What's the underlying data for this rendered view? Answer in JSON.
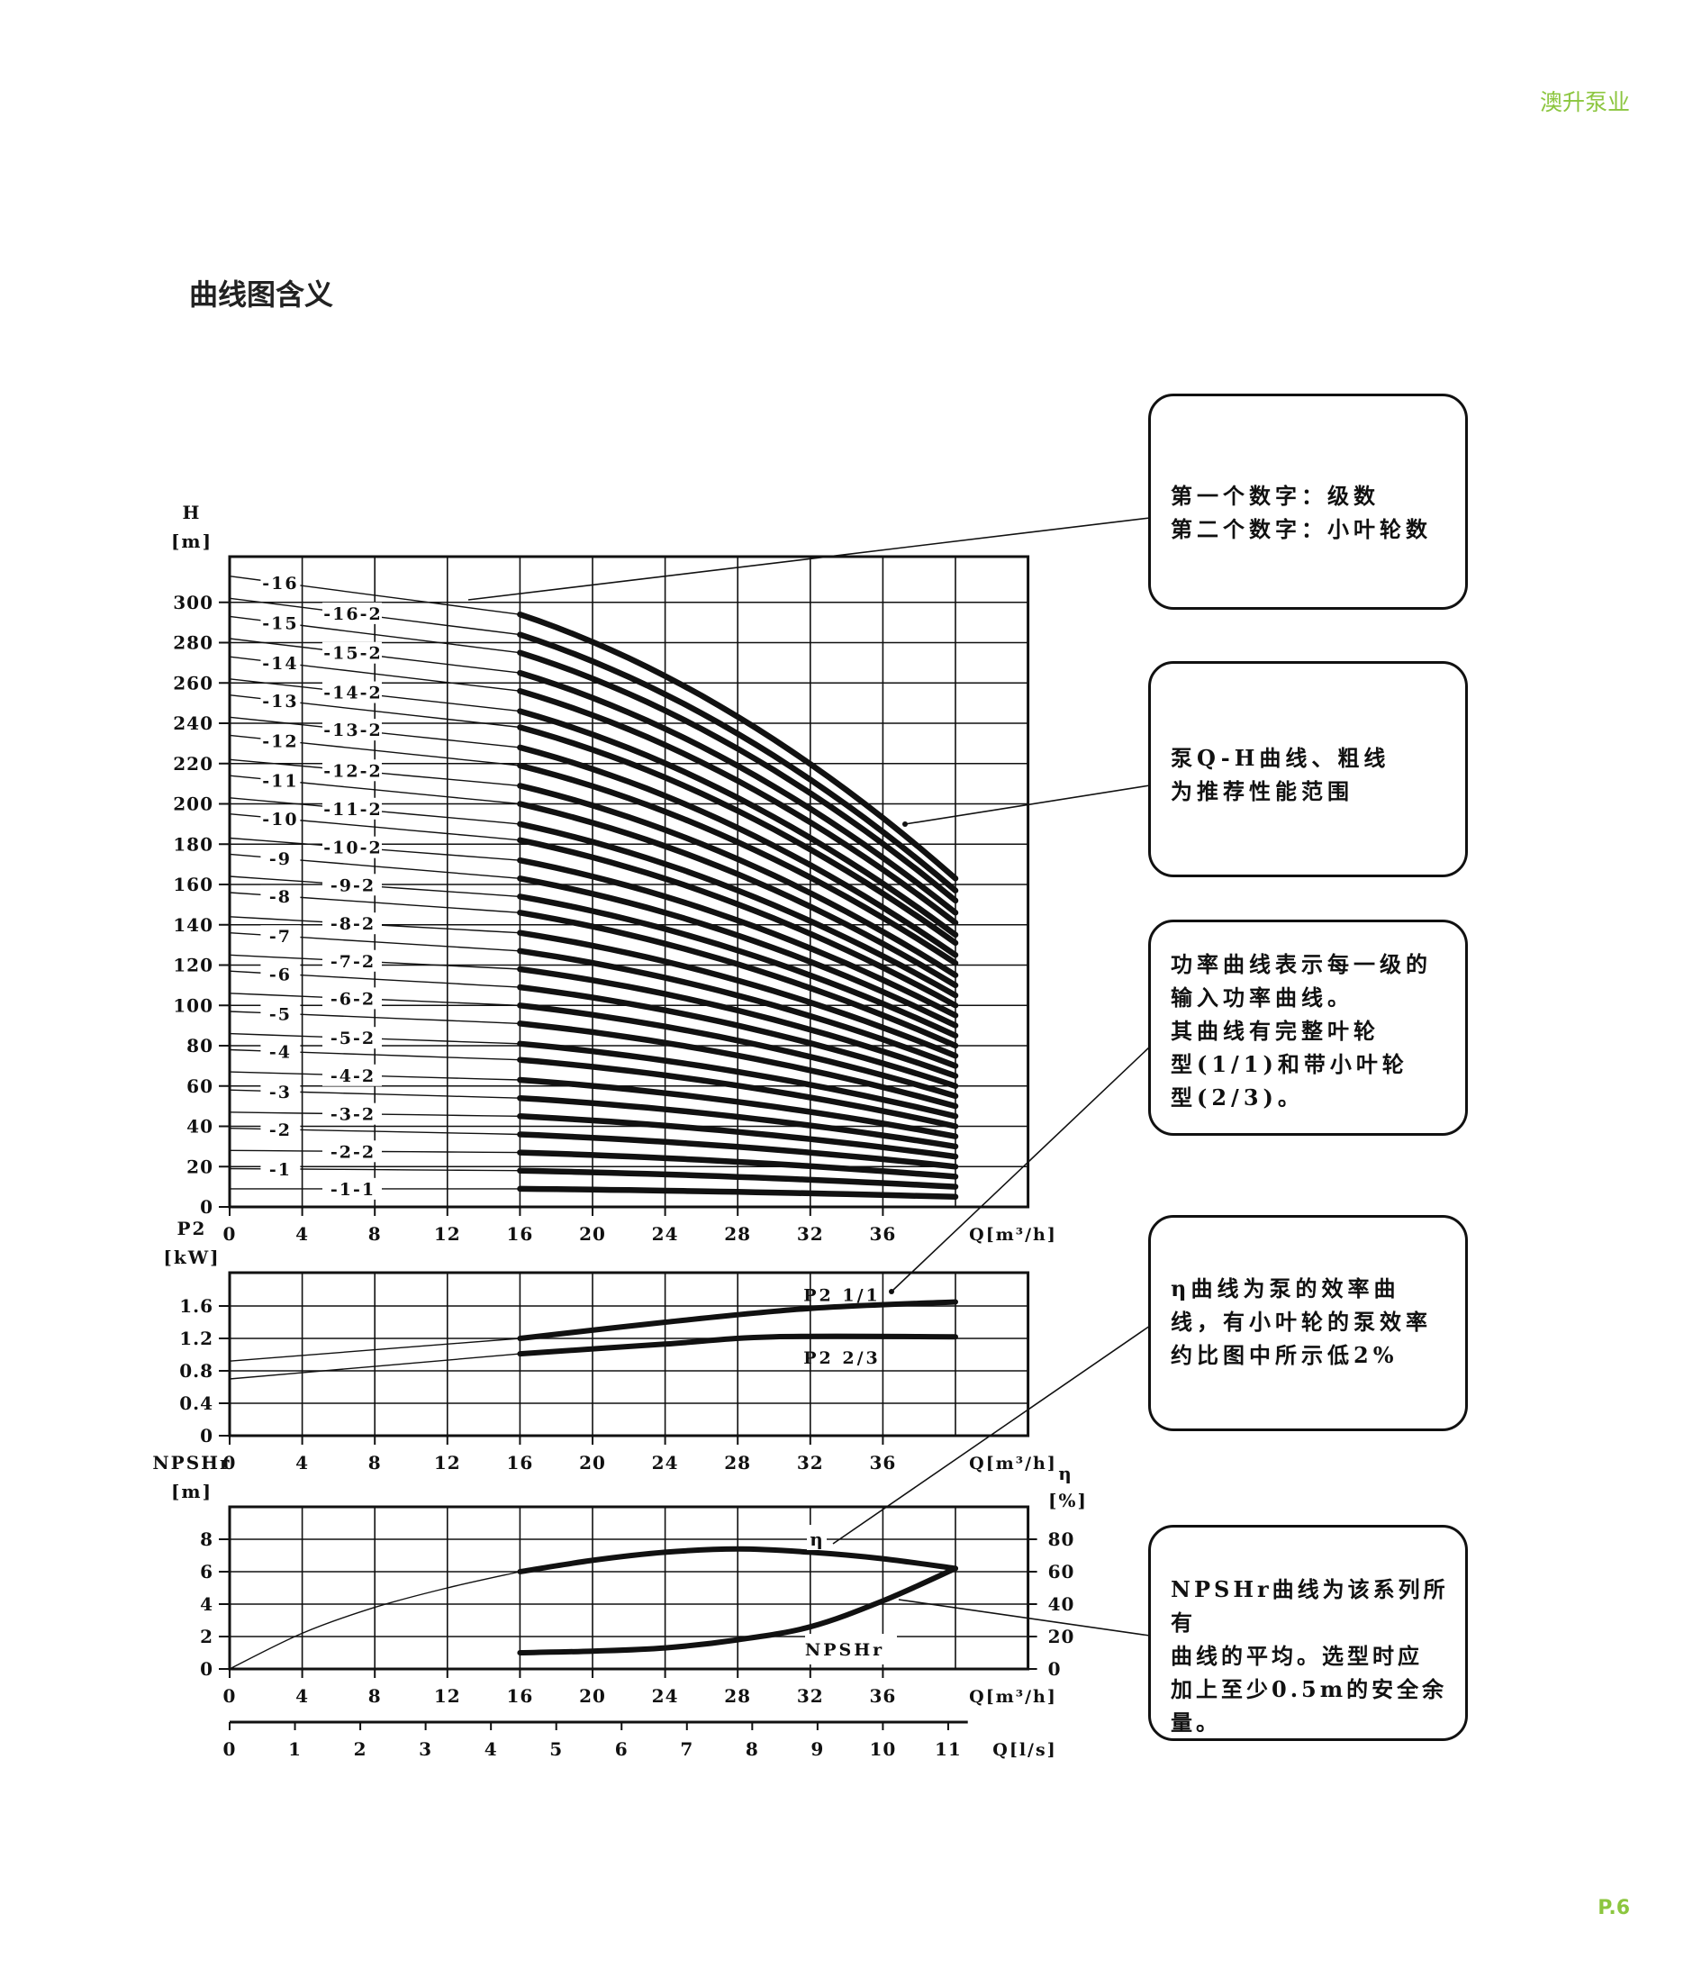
{
  "brand": "澳升泵业",
  "page_number": "P.6",
  "title": "曲线图含义",
  "callouts": [
    {
      "id": "stage-numbers",
      "text": "第一个数字：级数\n第二个数字：小叶轮数"
    },
    {
      "id": "qh-curve",
      "text": "泵Q-H曲线、粗线\n为推荐性能范围"
    },
    {
      "id": "power-curve",
      "text": "功率曲线表示每一级的\n输入功率曲线。\n其曲线有完整叶轮\n型(1/1)和带小叶轮\n型(2/3)。"
    },
    {
      "id": "efficiency-curve",
      "text": "η曲线为泵的效率曲\n线，有小叶轮的泵效率\n约比图中所示低2%"
    },
    {
      "id": "npshr-curve",
      "text": "NPSHr曲线为该系列所有\n曲线的平均。选型时应\n加上至少0.5m的安全余\n量。"
    }
  ],
  "chart_data": [
    {
      "id": "qh",
      "type": "line",
      "ylabel_line1": "H",
      "ylabel_line2": "[m]",
      "xlabel": "Q[m³/h]",
      "x_ticks": [
        0,
        4,
        8,
        12,
        16,
        20,
        24,
        28,
        32,
        36
      ],
      "y_ticks": [
        0,
        20,
        40,
        60,
        80,
        100,
        120,
        140,
        160,
        180,
        200,
        220,
        240,
        260,
        280,
        300
      ],
      "xlim": [
        0,
        44
      ],
      "ylim": [
        0,
        320
      ],
      "grid": true,
      "recommended_range_q": [
        16,
        40
      ],
      "series": [
        {
          "name": "16",
          "h0": 313,
          "h16": 294,
          "h40": 163
        },
        {
          "name": "16-2",
          "h0": 302,
          "h16": 284,
          "h40": 157
        },
        {
          "name": "15",
          "h0": 293,
          "h16": 275,
          "h40": 152
        },
        {
          "name": "15-2",
          "h0": 282,
          "h16": 265,
          "h40": 146
        },
        {
          "name": "14",
          "h0": 273,
          "h16": 256,
          "h40": 141
        },
        {
          "name": "14-2",
          "h0": 262,
          "h16": 246,
          "h40": 135
        },
        {
          "name": "13",
          "h0": 254,
          "h16": 238,
          "h40": 131
        },
        {
          "name": "13-2",
          "h0": 243,
          "h16": 228,
          "h40": 125
        },
        {
          "name": "12",
          "h0": 234,
          "h16": 219,
          "h40": 121
        },
        {
          "name": "12-2",
          "h0": 222,
          "h16": 209,
          "h40": 115
        },
        {
          "name": "11",
          "h0": 214,
          "h16": 200,
          "h40": 110
        },
        {
          "name": "11-2",
          "h0": 203,
          "h16": 190,
          "h40": 105
        },
        {
          "name": "10",
          "h0": 195,
          "h16": 182,
          "h40": 100
        },
        {
          "name": "10-2",
          "h0": 183,
          "h16": 172,
          "h40": 95
        },
        {
          "name": "9",
          "h0": 175,
          "h16": 163,
          "h40": 90
        },
        {
          "name": "9-2",
          "h0": 164,
          "h16": 154,
          "h40": 85
        },
        {
          "name": "8",
          "h0": 156,
          "h16": 146,
          "h40": 80
        },
        {
          "name": "8-2",
          "h0": 144,
          "h16": 136,
          "h40": 75
        },
        {
          "name": "7",
          "h0": 136,
          "h16": 127,
          "h40": 70
        },
        {
          "name": "7-2",
          "h0": 125,
          "h16": 118,
          "h40": 65
        },
        {
          "name": "6",
          "h0": 117,
          "h16": 109,
          "h40": 60
        },
        {
          "name": "6-2",
          "h0": 106,
          "h16": 100,
          "h40": 55
        },
        {
          "name": "5",
          "h0": 97,
          "h16": 91,
          "h40": 50
        },
        {
          "name": "5-2",
          "h0": 86,
          "h16": 81,
          "h40": 45
        },
        {
          "name": "4",
          "h0": 78,
          "h16": 73,
          "h40": 40
        },
        {
          "name": "4-2",
          "h0": 67,
          "h16": 63,
          "h40": 35
        },
        {
          "name": "3",
          "h0": 58,
          "h16": 54,
          "h40": 30
        },
        {
          "name": "3-2",
          "h0": 47,
          "h16": 45,
          "h40": 25
        },
        {
          "name": "2",
          "h0": 39,
          "h16": 36,
          "h40": 20
        },
        {
          "name": "2-2",
          "h0": 28,
          "h16": 27,
          "h40": 15
        },
        {
          "name": "1",
          "h0": 19,
          "h16": 18,
          "h40": 10
        },
        {
          "name": "1-1",
          "h0": 9,
          "h16": 9,
          "h40": 5
        }
      ]
    },
    {
      "id": "power",
      "type": "line",
      "ylabel_line1": "P2",
      "ylabel_line2": "[kW]",
      "xlabel": "Q[m³/h]",
      "x_ticks": [
        0,
        4,
        8,
        12,
        16,
        20,
        24,
        28,
        32,
        36
      ],
      "y_ticks": [
        0,
        0.4,
        0.8,
        1.2,
        1.6
      ],
      "xlim": [
        0,
        44
      ],
      "ylim": [
        0,
        2.0
      ],
      "grid": true,
      "series": [
        {
          "name": "P2 1/1",
          "x": [
            0,
            16,
            24,
            32,
            40
          ],
          "y": [
            0.92,
            1.2,
            1.4,
            1.57,
            1.65
          ]
        },
        {
          "name": "P2 2/3",
          "x": [
            0,
            16,
            24,
            30,
            40
          ],
          "y": [
            0.7,
            1.01,
            1.13,
            1.22,
            1.22
          ]
        }
      ]
    },
    {
      "id": "npsh-eta",
      "type": "line",
      "ylabel_line1": "NPSHr",
      "ylabel_line2": "[m]",
      "y2label_line1": "η",
      "y2label_line2": "[%]",
      "xlabel": "Q[m³/h]",
      "x_ticks": [
        0,
        4,
        8,
        12,
        16,
        20,
        24,
        28,
        32,
        36
      ],
      "y_ticks": [
        0,
        2,
        4,
        6,
        8
      ],
      "y2_ticks": [
        0,
        20,
        40,
        60,
        80
      ],
      "xlim": [
        0,
        44
      ],
      "ylim": [
        0,
        10
      ],
      "y2lim": [
        0,
        100
      ],
      "grid": true,
      "series": [
        {
          "name": "η",
          "axis": "right",
          "x": [
            0,
            4,
            8,
            12,
            16,
            20,
            24,
            28,
            32,
            36,
            40
          ],
          "y": [
            0,
            22,
            38,
            50,
            60,
            67,
            72,
            74,
            72,
            68,
            62
          ]
        },
        {
          "name": "NPSHr",
          "axis": "left",
          "x": [
            16,
            20,
            24,
            28,
            32,
            36,
            40
          ],
          "y": [
            1.0,
            1.1,
            1.3,
            1.8,
            2.6,
            4.2,
            6.2
          ]
        }
      ]
    },
    {
      "id": "flow-ls",
      "type": "axis",
      "xlabel": "Q[l/s]",
      "x_ticks": [
        0,
        1,
        2,
        3,
        4,
        5,
        6,
        7,
        8,
        9,
        10,
        11
      ]
    }
  ]
}
